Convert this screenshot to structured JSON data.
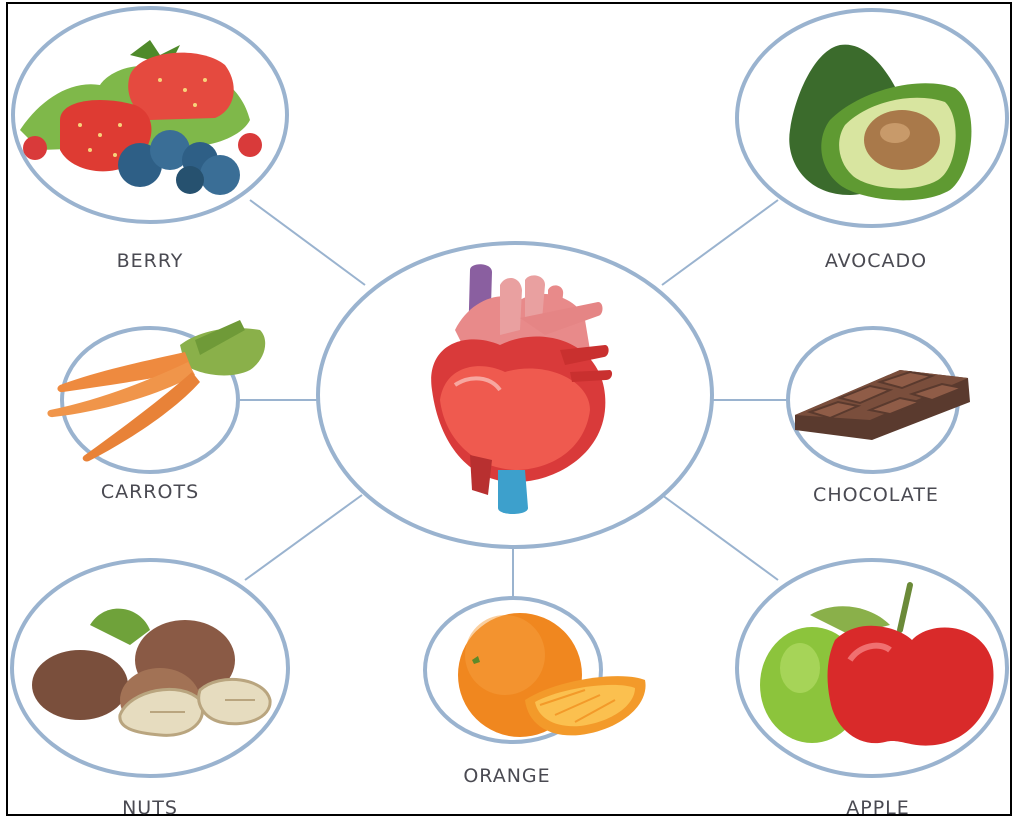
{
  "center": {
    "icon": "heart-icon"
  },
  "foods": [
    {
      "key": "berry",
      "label": "BERRY",
      "icon": "berry-icon"
    },
    {
      "key": "avocado",
      "label": "AVOCADO",
      "icon": "avocado-icon"
    },
    {
      "key": "carrots",
      "label": "CARROTS",
      "icon": "carrot-icon"
    },
    {
      "key": "chocolate",
      "label": "CHOCOLATE",
      "icon": "chocolate-icon"
    },
    {
      "key": "nuts",
      "label": "NUTS",
      "icon": "nut-icon"
    },
    {
      "key": "orange",
      "label": "ORANGE",
      "icon": "orange-icon"
    },
    {
      "key": "apple",
      "label": "APPLE",
      "icon": "apple-icon"
    }
  ],
  "colors": {
    "ring": "#9ab3cf",
    "text": "#4a4a52",
    "border": "#000000"
  }
}
